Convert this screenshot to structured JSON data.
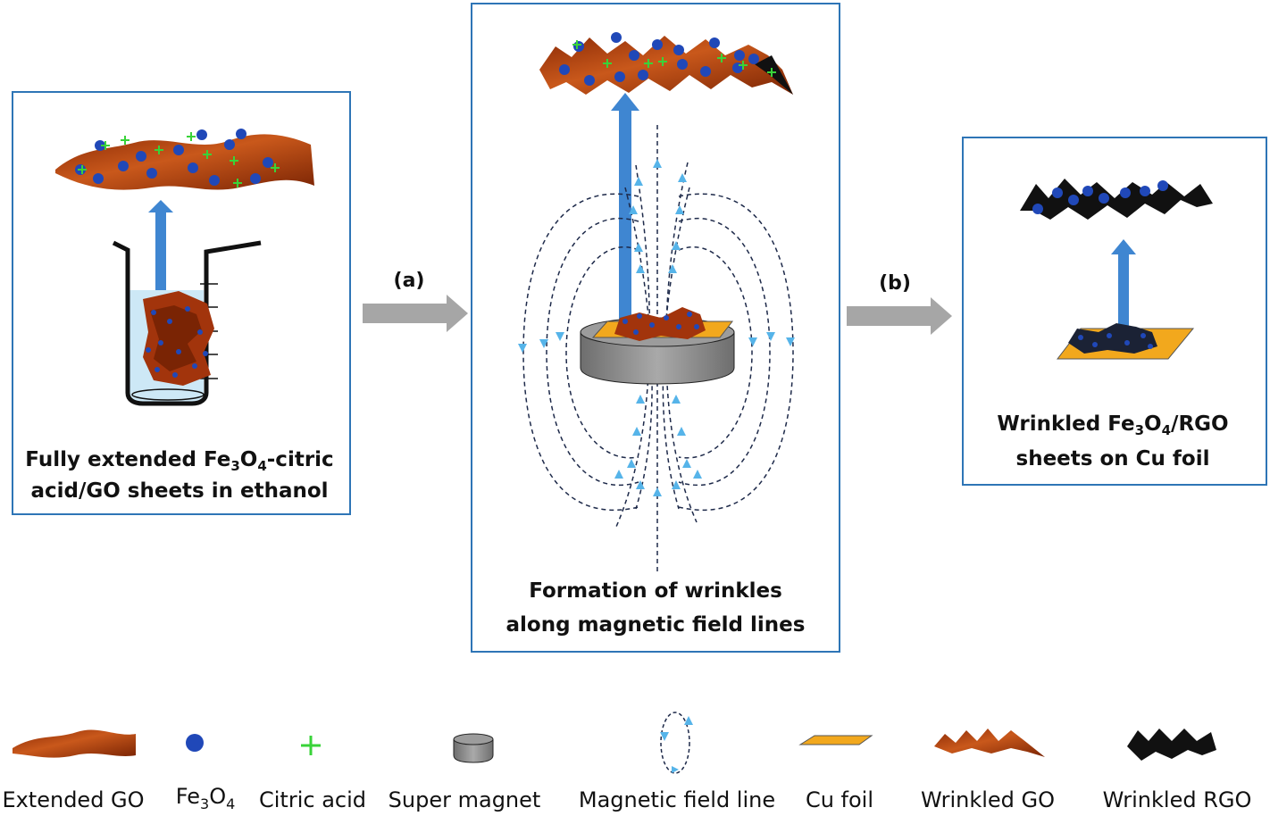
{
  "panels": {
    "left": {
      "caption_line1_a": "Fully extended Fe",
      "caption_line1_sub1": "3",
      "caption_line1_b": "O",
      "caption_line1_sub2": "4",
      "caption_line1_c": "-citric",
      "caption_line2": "acid/GO sheets in ethanol"
    },
    "middle": {
      "caption_line1": "Formation of wrinkles",
      "caption_line2": "along magnetic field lines"
    },
    "right": {
      "caption_line1_a": "Wrinkled Fe",
      "caption_line1_sub1": "3",
      "caption_line1_b": "O",
      "caption_line1_sub2": "4",
      "caption_line1_c": "/RGO",
      "caption_line2": "sheets on Cu foil"
    }
  },
  "steps": {
    "a": "(a)",
    "b": "(b)"
  },
  "legend": {
    "extended_go": "Extended GO",
    "fe3o4_a": "Fe",
    "fe3o4_sub1": "3",
    "fe3o4_b": "O",
    "fe3o4_sub2": "4",
    "citric_acid": "Citric acid",
    "super_magnet": "Super magnet",
    "field_line": "Magnetic field  line",
    "cu_foil": "Cu foil",
    "wrinkled_go": "Wrinkled GO",
    "wrinkled_rgo": "Wrinkled RGO"
  },
  "colors": {
    "panel_border": "#2e75b6",
    "up_arrow": "#3f86d1",
    "process_arrow": "#a6a6a6",
    "go_sheet": "#b5410f",
    "rgo_sheet": "#111111",
    "fe3o4": "#2048b8",
    "citric": "#39d339",
    "field_arrow": "#56b4e9",
    "cu_foil": "#f2a81d",
    "magnet": "#8c8c8c"
  }
}
